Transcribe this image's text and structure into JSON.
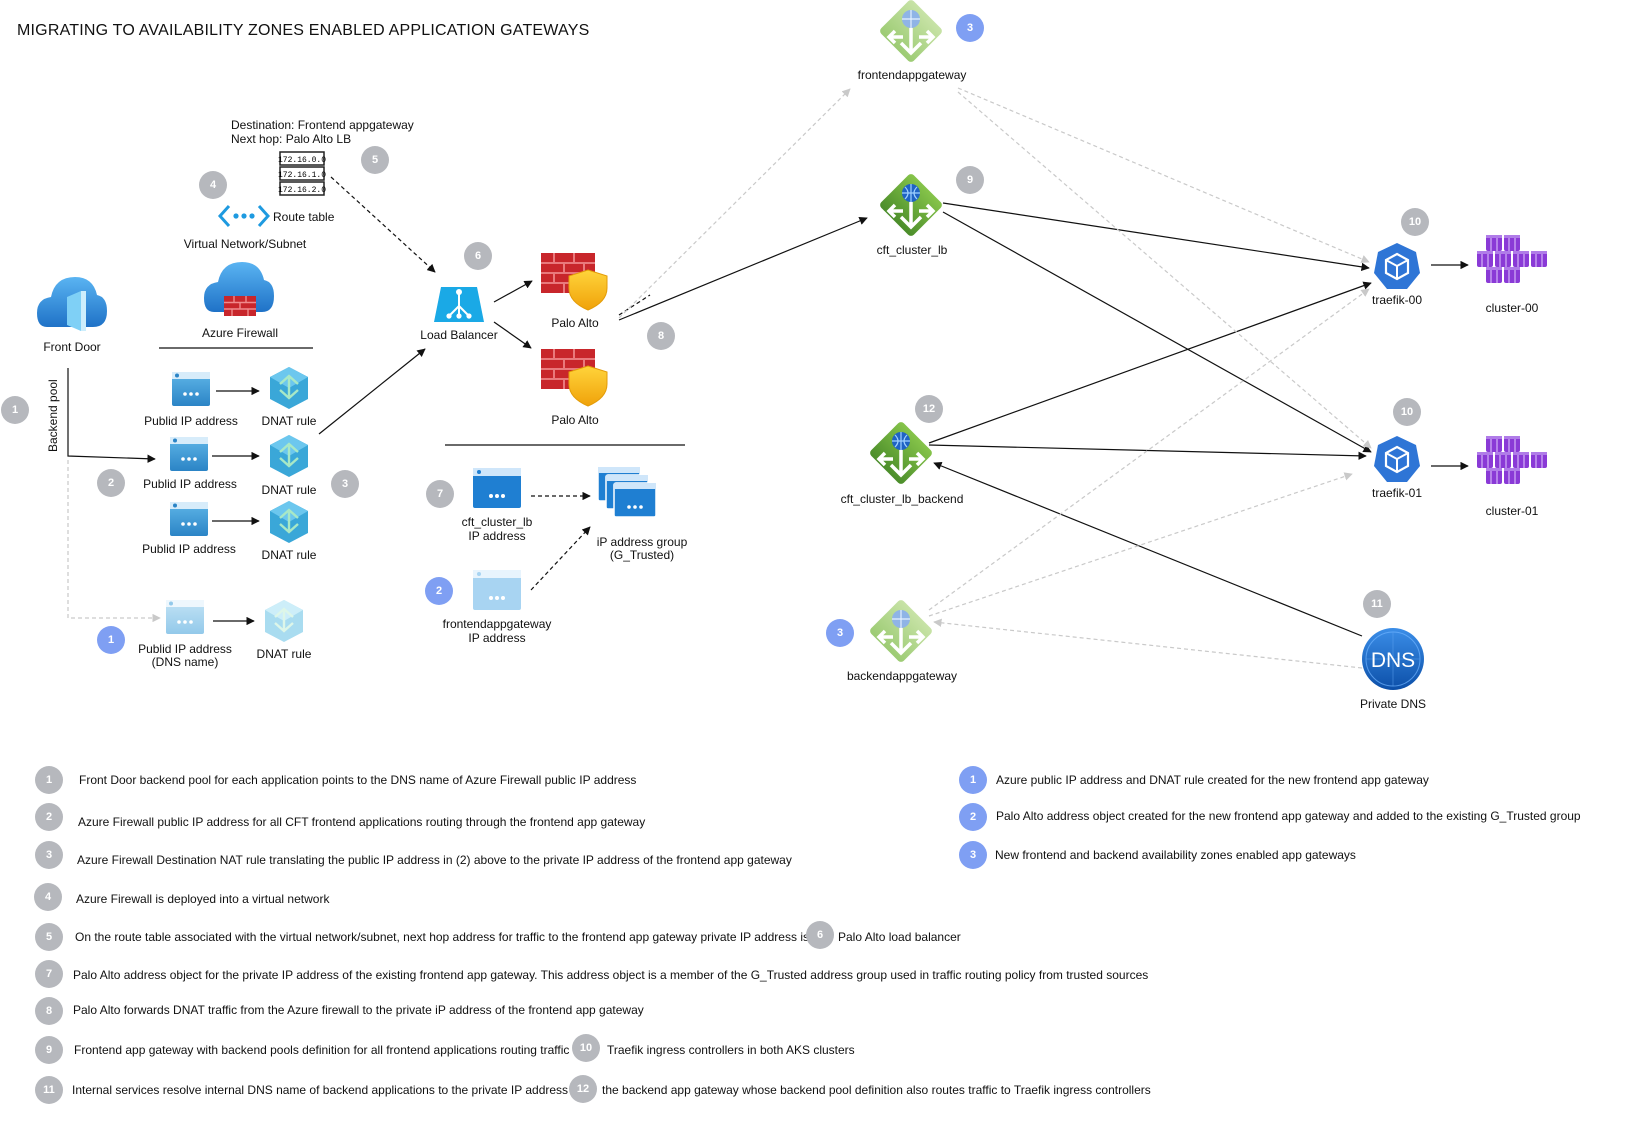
{
  "title": "MIGRATING TO AVAILABILITY ZONES ENABLED  APPLICATION GATEWAYS",
  "labels": {
    "front_door": "Front Door",
    "backend_pool": "Backend pool",
    "azure_firewall": "Azure Firewall",
    "virtual_network": "Virtual Network/Subnet",
    "route_table": "Route table",
    "route_destination": "Destination: Frontend appgateway",
    "route_next_hop": "Next hop: Palo Alto LB",
    "route_entries": [
      "172.16.0.0",
      "172.16.1.0",
      "172.16.2.0"
    ],
    "pip1": "Publid IP address",
    "pip2": "Publid IP address",
    "pip3": "Publid IP address",
    "pip_dns_1": "Publid IP address",
    "pip_dns_2": "(DNS name)",
    "dnat1": "DNAT rule",
    "dnat2": "DNAT rule",
    "dnat3": "DNAT rule",
    "dnat4": "DNAT rule",
    "load_balancer": "Load Balancer",
    "palo_alto_1": "Palo Alto",
    "palo_alto_2": "Palo Alto",
    "cft_ip_1": "cft_cluster_lb",
    "cft_ip_2": "IP address",
    "ip_group_1": "iP address group",
    "ip_group_2": "(G_Trusted)",
    "fe_ip_1": "frontendappgateway",
    "fe_ip_2": "IP address",
    "frontendappgateway": "frontendappgateway",
    "cft_cluster_lb": "cft_cluster_lb",
    "cft_cluster_lb_backend": "cft_cluster_lb_backend",
    "backendappgateway": "backendappgateway",
    "traefik_00": "traefik-00",
    "traefik_01": "traefik-01",
    "cluster_00": "cluster-00",
    "cluster_01": "cluster-01",
    "private_dns": "Private DNS",
    "dns_icon_text": "DNS"
  },
  "badges": {
    "b1": "1",
    "b2": "2",
    "b3": "3",
    "b4": "4",
    "b5": "5",
    "b6": "6",
    "b7": "7",
    "b8": "8",
    "b9": "9",
    "b10a": "10",
    "b10b": "10",
    "b11": "11",
    "b12": "12",
    "n1": "1",
    "n2": "2",
    "n3a": "3",
    "n3b": "3"
  },
  "legend_left": [
    {
      "num": "1",
      "text": "Front Door backend pool for each application points to  the DNS name of Azure Firewall public IP address"
    },
    {
      "num": "2",
      "text": "Azure Firewall public IP address for all CFT frontend applications routing through the frontend app gateway"
    },
    {
      "num": "3",
      "text": "Azure Firewall Destination NAT rule translating the public IP address in (2) above to the private IP address of the frontend app gateway"
    },
    {
      "num": "4",
      "text": "Azure Firewall is deployed into a virtual network"
    },
    {
      "num": "5",
      "text": "On the route table associated with the virtual network/subnet, next hop address for traffic to the frontend app gateway private IP address is the",
      "num2": "6",
      "text2": "Palo Alto load balancer"
    },
    {
      "num": "7",
      "text": "Palo Alto address object for the private IP address of the existing frontend app gateway.  This address object is a member of the G_Trusted address group used in traffic routing policy from trusted sources"
    },
    {
      "num": "8",
      "text": "Palo Alto forwards DNAT traffic from the Azure firewall to the private iP address of the frontend app gateway"
    },
    {
      "num": "9",
      "text": "Frontend app gateway with backend pools definition for all frontend applications routing traffic to",
      "num2": "10",
      "text2": "Traefik ingress controllers in both AKS clusters"
    },
    {
      "num": "11",
      "text": "Internal services resolve internal DNS name of backend applications to the private IP address of",
      "num2": "12",
      "text2": "the backend app gateway whose backend pool definition also routes traffic to Traefik ingress controllers"
    }
  ],
  "legend_right": [
    {
      "num": "1",
      "text": "Azure public IP address and DNAT rule created for the new frontend app gateway"
    },
    {
      "num": "2",
      "text": "Palo Alto address object created for the new frontend app gateway and added to the existing G_Trusted group"
    },
    {
      "num": "3",
      "text": "New frontend and backend availability zones enabled app gateways"
    }
  ],
  "colors": {
    "badge_gray": "#b6b8bd",
    "badge_blue": "#7f9ff3",
    "appgw_green": "#5aa03a",
    "azure_blue": "#1e88d9",
    "firewall_red": "#c8262b",
    "aks_purple": "#8a3ad6"
  }
}
